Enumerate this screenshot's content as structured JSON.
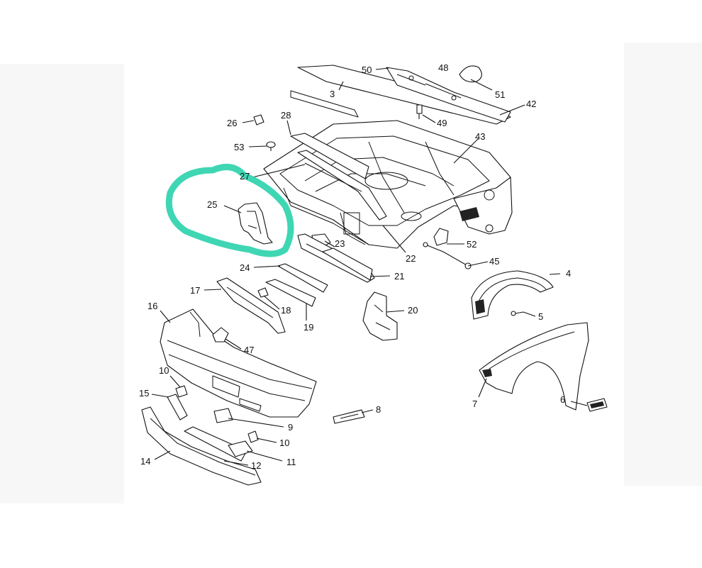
{
  "labels": {
    "l50": "50",
    "l48": "48",
    "l51": "51",
    "l3": "3",
    "l42": "42",
    "l49": "49",
    "l26": "26",
    "l28": "28",
    "l53": "53",
    "l43": "43",
    "l27": "27",
    "l25": "25",
    "l22": "22",
    "l23": "23",
    "l52": "52",
    "l45": "45",
    "l24": "24",
    "l21": "21",
    "l4": "4",
    "l17": "17",
    "l18": "18",
    "l19": "19",
    "l20": "20",
    "l5": "5",
    "l16": "16",
    "l47": "47",
    "l10a": "10",
    "l15": "15",
    "l7": "7",
    "l6": "6",
    "l8": "8",
    "l9": "9",
    "l10b": "10",
    "l11": "11",
    "l12": "12",
    "l14": "14"
  },
  "colors": {
    "highlight": "#3fd6b4",
    "line": "#111111",
    "background": "#ffffff"
  },
  "highlight": {
    "target_label": "25"
  }
}
